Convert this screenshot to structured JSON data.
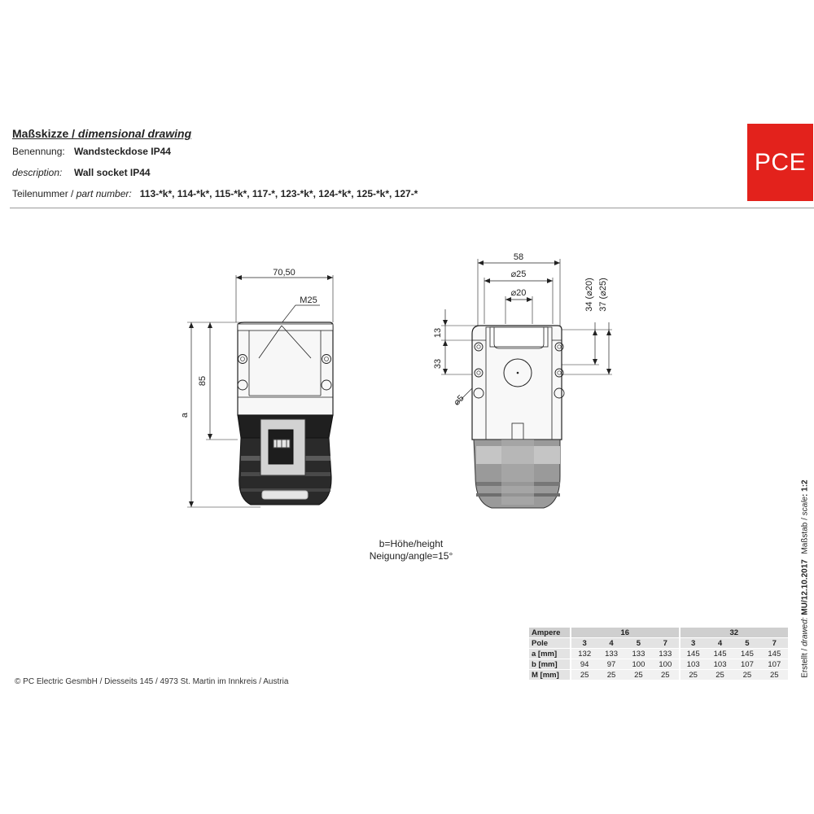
{
  "header": {
    "title_de": "Maßskizze / ",
    "title_en": "dimensional drawing",
    "rows": [
      {
        "label_de": "Benennung:",
        "label_en": "",
        "value": "Wandsteckdose IP44"
      },
      {
        "label_de": "",
        "label_en": "description:",
        "value": "Wall socket IP44"
      },
      {
        "label_de": "Teilenummer / ",
        "label_en": "part number:",
        "value": "113-*k*, 114-*k*, 115-*k*, 117-*, 123-*k*, 124-*k*, 125-*k*, 127-*"
      }
    ]
  },
  "logo": {
    "text": "PCE",
    "color": "#e3221c"
  },
  "side_view": {
    "width_dim": "70,50",
    "thread_label": "M25",
    "height_dim": "85",
    "total_dim": "a"
  },
  "front_view": {
    "width_dim": "58",
    "dia_25": "⌀25",
    "dia_20": "⌀20",
    "top_dim": "13",
    "mid_dim": "33",
    "hole_dia": "⌀5",
    "right_dim_1": "34 (⌀20)",
    "right_dim_2": "37 (⌀25)"
  },
  "note": {
    "line1": "b=Höhe/height",
    "line2": "Neigung/angle=15°"
  },
  "footer": "PC Electric GesmbH / Diesseits 145 / 4973 St. Martin im Innkreis / Austria",
  "copyright_symbol": "©",
  "side_text": {
    "scale_de": "Maßstab / ",
    "scale_en": "scale",
    "scale_val": ": 1:2",
    "made_de": "Erstellt / ",
    "made_en": "drawed:",
    "made_val": " MU/12.10.2017"
  },
  "table": {
    "header_label": "Ampere",
    "amp_groups": [
      "16",
      "32"
    ],
    "rows": [
      {
        "label": "Pole",
        "values": [
          "3",
          "4",
          "5",
          "7",
          "3",
          "4",
          "5",
          "7"
        ]
      },
      {
        "label": "a [mm]",
        "values": [
          "132",
          "133",
          "133",
          "133",
          "145",
          "145",
          "145",
          "145"
        ]
      },
      {
        "label": "b [mm]",
        "values": [
          "94",
          "97",
          "100",
          "100",
          "103",
          "103",
          "107",
          "107"
        ]
      },
      {
        "label": "M [mm]",
        "values": [
          "25",
          "25",
          "25",
          "25",
          "25",
          "25",
          "25",
          "25"
        ]
      }
    ]
  }
}
